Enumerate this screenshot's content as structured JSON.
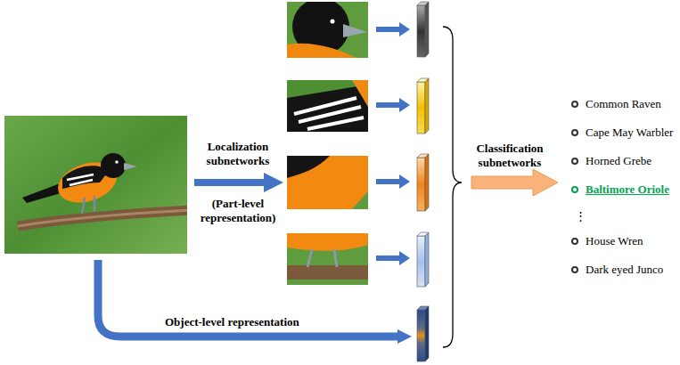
{
  "diagram": {
    "labels": [
      "Localization subnetworks",
      "(Part-level representation)",
      "Object-level representation",
      "Classification subnetworks",
      "Common Raven",
      "Cape May Warbler",
      "Horned Grebe",
      "Baltimore Oriole",
      "⋮",
      "House Wren",
      "Dark eyed Junco"
    ]
  }
}
